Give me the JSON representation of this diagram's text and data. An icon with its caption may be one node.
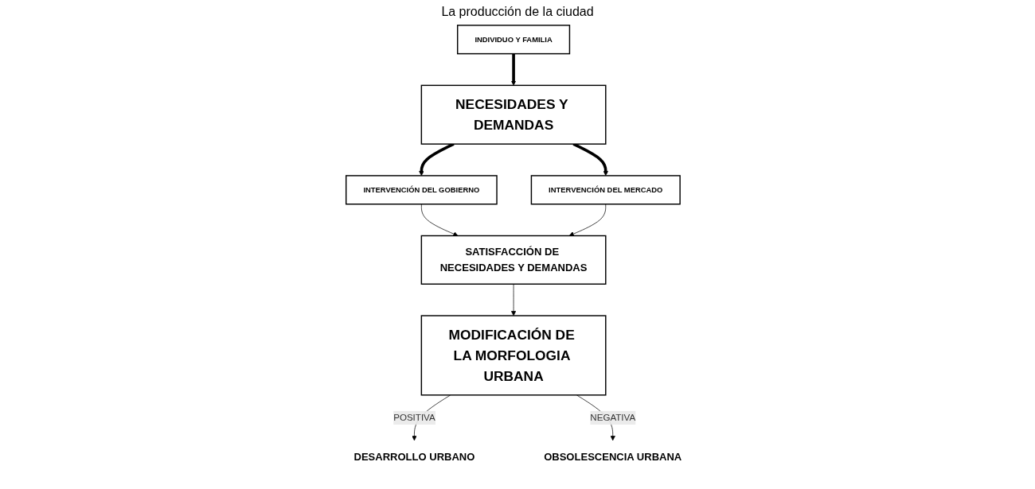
{
  "diagram": {
    "title": "La producción de la ciudad",
    "nodes": [
      {
        "text": [
          "INDIVIDUO Y FAMILIA"
        ]
      },
      {
        "text": [
          "NECESIDADES Y DEMANDAS"
        ]
      },
      {
        "text": [
          "INTERVENCIÓN DEL GOBIERNO"
        ]
      },
      {
        "text": [
          "INTERVENCIÓN DEL MERCADO"
        ]
      },
      {
        "text": [
          "SATISFACCIÓN DE NECESIDADES Y DEMANDAS"
        ]
      },
      {
        "text": [
          "MODIFICACIÓN DE LA MORFOLOGIA URBANA"
        ]
      },
      {
        "text": [
          "DESARROLLO URBANO"
        ]
      },
      {
        "text": [
          "OBSOLESCENCIA URBANA"
        ]
      }
    ],
    "edges": [
      {
        "from": 0,
        "to": 1,
        "arrow": "to",
        "style": "thick"
      },
      {
        "from": 1,
        "to": 2,
        "arrow": "to",
        "style": "thick"
      },
      {
        "from": 1,
        "to": 3,
        "arrow": "to",
        "style": "thick"
      },
      {
        "from": 2,
        "to": 4,
        "arrow": "to"
      },
      {
        "from": 3,
        "to": 4,
        "arrow": "to"
      },
      {
        "from": 4,
        "to": 5,
        "arrow": "to"
      },
      {
        "from": 5,
        "to": 6,
        "label": "POSITIVA",
        "arrow": "to"
      },
      {
        "from": 5,
        "to": 7,
        "label": "NEGATIVA",
        "arrow": "to"
      }
    ]
  }
}
